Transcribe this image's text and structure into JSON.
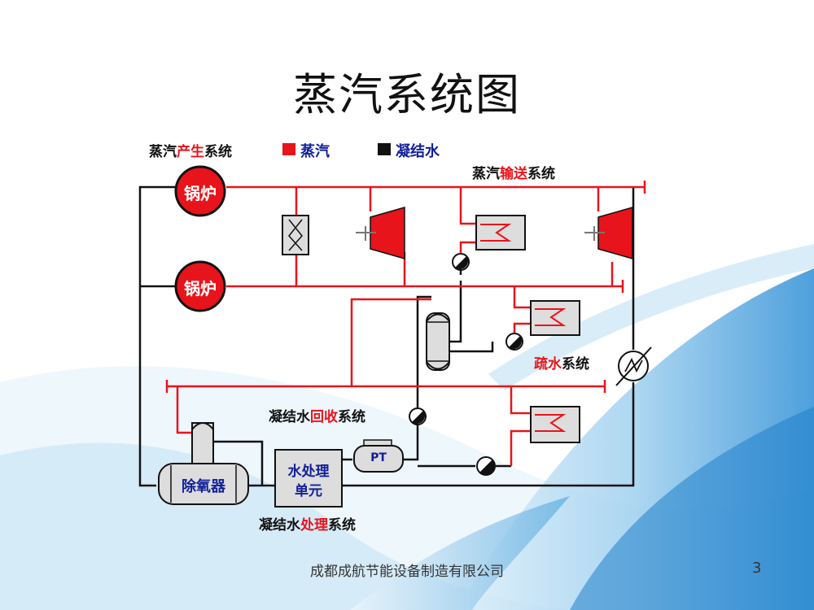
{
  "title": "蒸汽系统图",
  "legend": {
    "steam_label": "蒸汽",
    "condensate_label": "凝结水",
    "steam_color": "#e8141b",
    "condensate_color": "#111111"
  },
  "labels": {
    "generation_prefix": "蒸汽",
    "generation_hl": "产生",
    "generation_suffix": "系统",
    "transport_prefix": "蒸汽",
    "transport_hl": "输送",
    "transport_suffix": "系统",
    "drain_hl": "疏水",
    "drain_suffix": "系统",
    "recovery_prefix": "凝结水",
    "recovery_hl": "回收",
    "recovery_suffix": "系统",
    "treatment_prefix": "凝结水",
    "treatment_hl": "处理",
    "treatment_suffix": "系统"
  },
  "components": {
    "boiler1": "锅炉",
    "boiler2": "锅炉",
    "deaerator": "除氧器",
    "water_treatment_line1": "水处理",
    "water_treatment_line2": "单元",
    "pump_tank": "PT"
  },
  "footer": {
    "company": "成都成航节能设备制造有限公司",
    "page_number": "3"
  }
}
